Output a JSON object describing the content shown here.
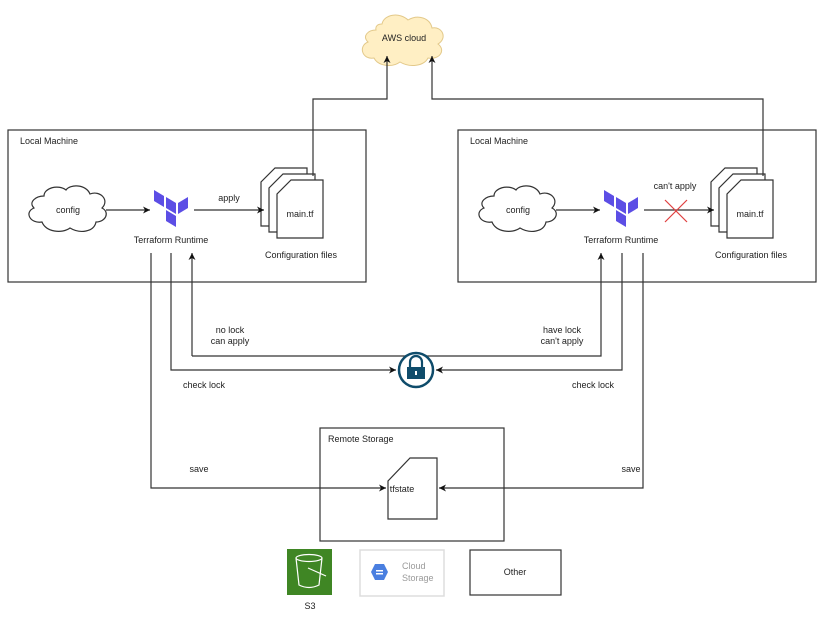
{
  "aws_cloud": {
    "label": "AWS cloud",
    "fill": "#ffefc4"
  },
  "left_machine": {
    "title": "Local Machine",
    "config_label": "config",
    "runtime_label": "Terraform Runtime",
    "action_label": "apply",
    "file_label": "main.tf",
    "files_caption": "Configuration files"
  },
  "right_machine": {
    "title": "Local Machine",
    "config_label": "config",
    "runtime_label": "Terraform Runtime",
    "action_label": "can't apply",
    "file_label": "main.tf",
    "files_caption": "Configuration files"
  },
  "lock": {
    "left_status_line1": "no lock",
    "left_status_line2": "can apply",
    "right_status_line1": "have lock",
    "right_status_line2": "can't apply",
    "left_check": "check lock",
    "right_check": "check lock",
    "color": "#0f4c6b"
  },
  "remote_storage": {
    "title": "Remote Storage",
    "state_label": "tfstate",
    "left_save": "save",
    "right_save": "save"
  },
  "backends": {
    "s3_label": "S3",
    "s3_color": "#3f8624",
    "gcs_label_line1": "Cloud",
    "gcs_label_line2": "Storage",
    "gcs_color": "#4a7fe0",
    "other_label": "Other"
  },
  "terraform_color": "#5c4ee5",
  "blocked_color": "#e04040"
}
